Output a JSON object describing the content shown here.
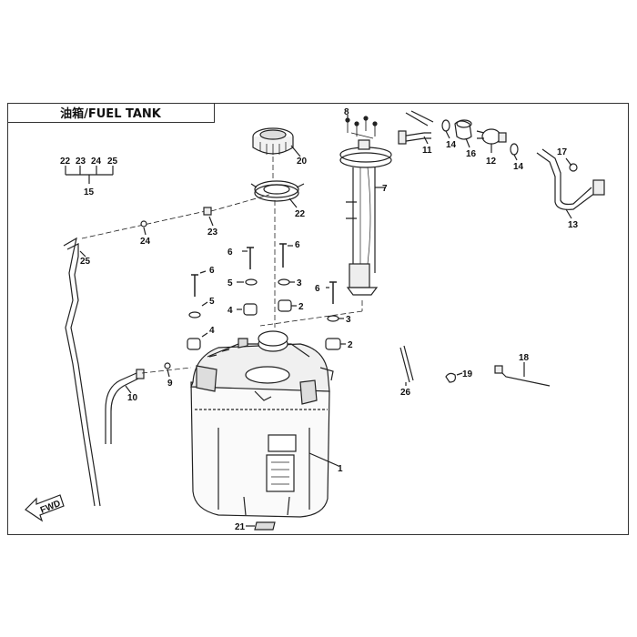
{
  "title": "油箱/FUEL TANK",
  "direction_label": "FWD",
  "callouts": {
    "c1": "1",
    "c2a": "2",
    "c2b": "2",
    "c3a": "3",
    "c3b": "3",
    "c4a": "4",
    "c4b": "4",
    "c5a": "5",
    "c5b": "5",
    "c6a": "6",
    "c6b": "6",
    "c6c": "6",
    "c6d": "6",
    "c7": "7",
    "c8": "8",
    "c9": "9",
    "c10": "10",
    "c11": "11",
    "c12": "12",
    "c13": "13",
    "c14a": "14",
    "c14b": "14",
    "c15": "15",
    "c16": "16",
    "c17": "17",
    "c18": "18",
    "c19": "19",
    "c20": "20",
    "c21": "21",
    "c22a": "22",
    "c22b": "22",
    "c23a": "23",
    "c23b": "23",
    "c24a": "24",
    "c24b": "24",
    "c25a": "25",
    "c25b": "25",
    "c26": "26"
  }
}
